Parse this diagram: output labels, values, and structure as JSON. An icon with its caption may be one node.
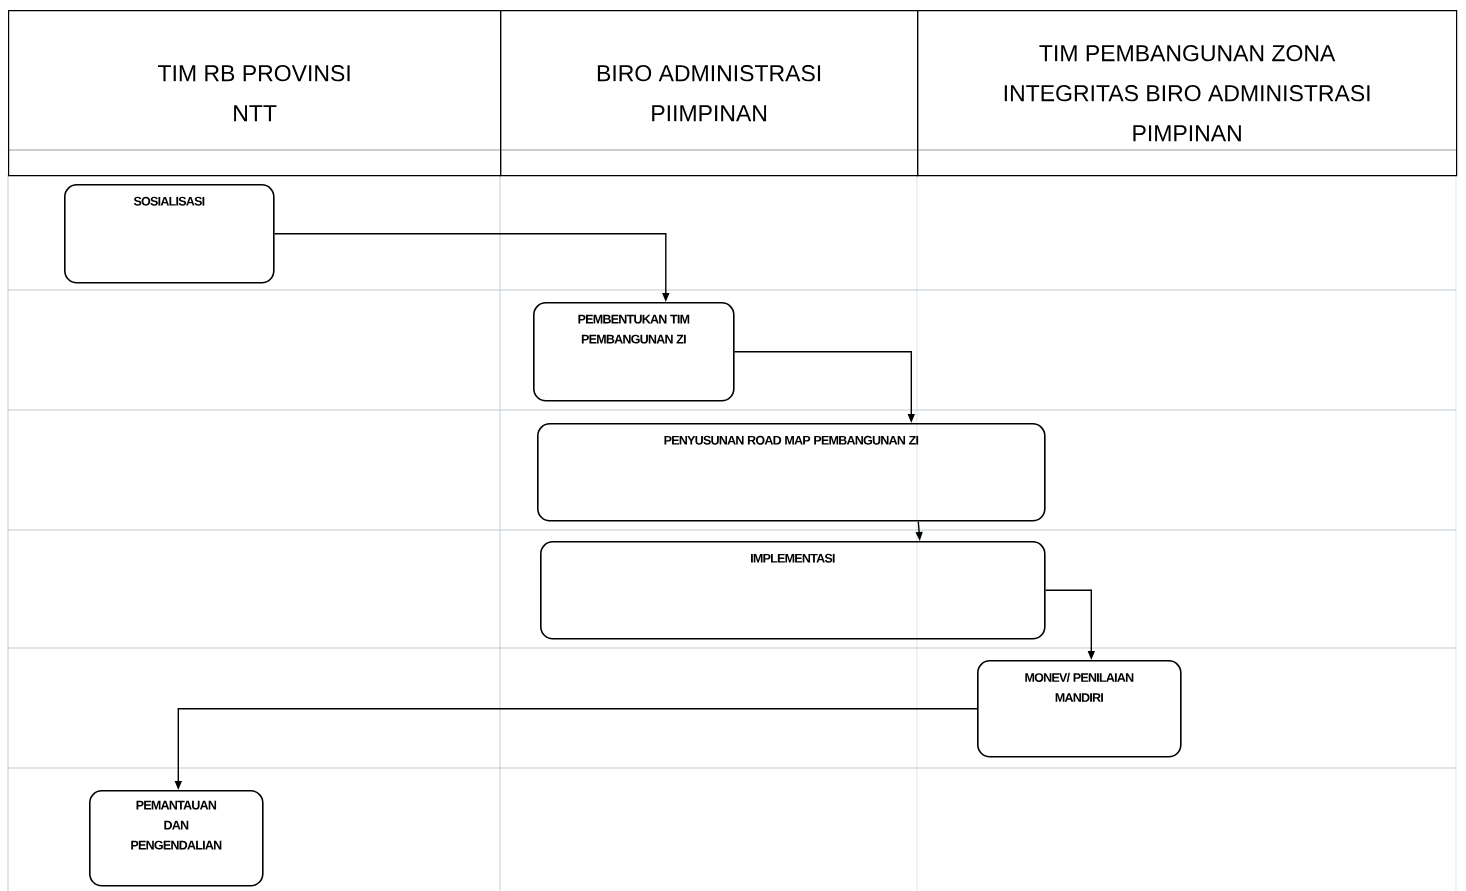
{
  "diagram": {
    "nodes": [
      {
        "text": [
          "TIM RB PROVINSI NTT"
        ]
      },
      {
        "text": [
          "BIRO ADMINISTRASI PIIMPINAN"
        ]
      },
      {
        "text": [
          "TIM PEMBANGUNAN ZONA INTEGRITAS BIRO ADMINISTRASI PIMPINAN"
        ]
      },
      {
        "text": [
          "SOSIALISASI"
        ]
      },
      {
        "text": [
          "PEMBENTUKAN TIM PEMBANGUNAN ZI"
        ]
      },
      {
        "text": [
          "PENYUSUNAN ROAD MAP PEMBANGUNAN ZI"
        ]
      },
      {
        "text": [
          "IMPLEMENTASI"
        ]
      },
      {
        "text": [
          "MONEV/ PENILAIAN MANDIRI"
        ]
      },
      {
        "text": [
          "PEMANTAUAN DAN PENGENDALIAN"
        ]
      }
    ],
    "edges": [
      {
        "from": 3,
        "to": 4,
        "arrow": "to"
      },
      {
        "from": 4,
        "to": 5,
        "arrow": "to"
      },
      {
        "from": 5,
        "to": 6,
        "arrow": "to"
      },
      {
        "from": 6,
        "to": 7,
        "arrow": "to"
      },
      {
        "from": 7,
        "to": 8,
        "arrow": "to"
      }
    ]
  }
}
